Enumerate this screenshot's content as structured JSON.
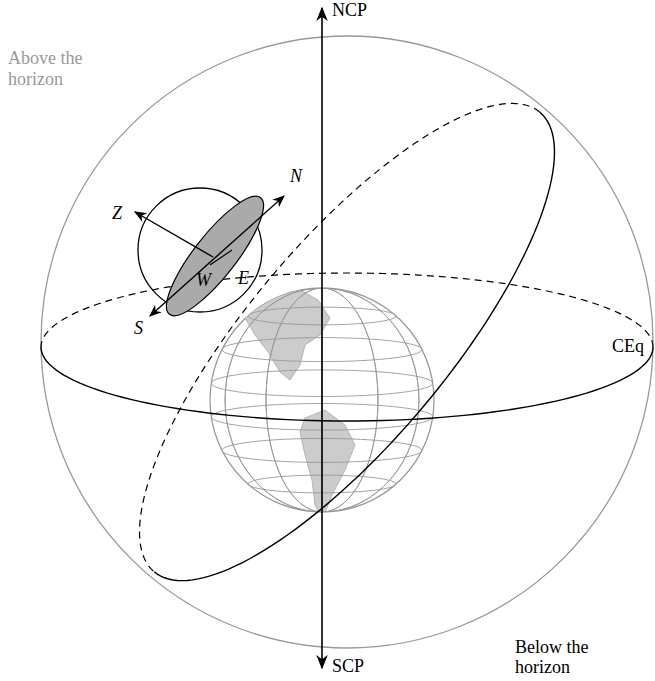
{
  "diagram": {
    "labels": [
      "NCP",
      "Above the horizon",
      "Z",
      "N",
      "W",
      "E",
      "S",
      "CEq",
      "Below the horizon",
      "SCP"
    ]
  }
}
